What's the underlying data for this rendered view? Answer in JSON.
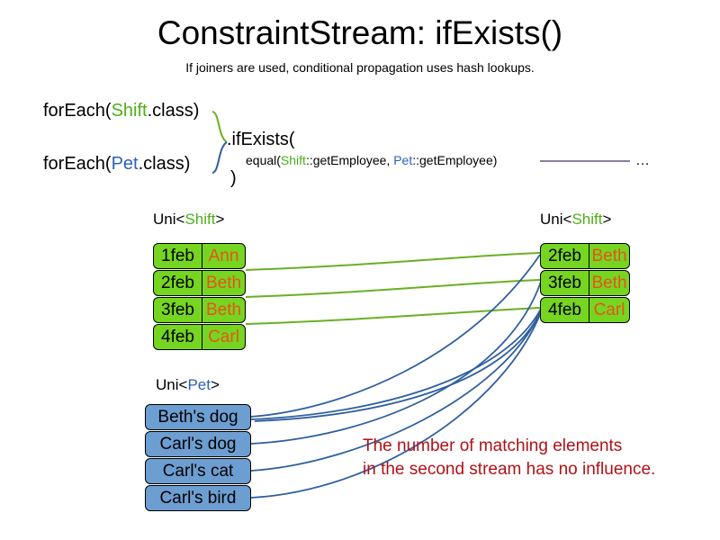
{
  "slide": {
    "title": "ConstraintStream: ifExists()",
    "subtitle": "If joiners are used, conditional propagation uses hash lookups."
  },
  "code": {
    "line1_prefix": "forEach(",
    "line1_class": "Shift",
    "line1_suffix": ".class)",
    "line2_prefix": "forEach(",
    "line2_class": "Pet",
    "line2_suffix": ".class)",
    "if_exists_open": ".ifExists(",
    "equal_prefix": "equal(",
    "equal_class_a": "Shift",
    "equal_mid": "::getEmployee, ",
    "equal_class_b": "Pet",
    "equal_suffix": "::getEmployee)",
    "close_paren": ")",
    "ellipsis": "…"
  },
  "streams": {
    "left_shift": {
      "label_prefix": "Uni<",
      "label_type": "Shift",
      "label_suffix": ">",
      "rows": [
        {
          "date": "1feb",
          "employee": "Ann"
        },
        {
          "date": "2feb",
          "employee": "Beth"
        },
        {
          "date": "3feb",
          "employee": "Beth"
        },
        {
          "date": "4feb",
          "employee": "Carl"
        }
      ]
    },
    "right_shift": {
      "label_prefix": "Uni<",
      "label_type": "Shift",
      "label_suffix": ">",
      "rows": [
        {
          "date": "2feb",
          "employee": "Beth"
        },
        {
          "date": "3feb",
          "employee": "Beth"
        },
        {
          "date": "4feb",
          "employee": "Carl"
        }
      ]
    },
    "pets": {
      "label_prefix": "Uni<",
      "label_type": "Pet",
      "label_suffix": ">",
      "rows": [
        {
          "name": "Beth's dog"
        },
        {
          "name": "Carl's dog"
        },
        {
          "name": "Carl's cat"
        },
        {
          "name": "Carl's bird"
        }
      ]
    }
  },
  "annotation": {
    "line1": "The number of matching elements",
    "line2": "in the second stream has no influence."
  },
  "colors": {
    "shift_green": "#76d521",
    "shift_type_text": "#4daf16",
    "pet_blue": "#6d9ed1",
    "pet_type_text": "#2b5fbb",
    "employee_orange": "#e8531b",
    "wire_green": "#6ab023",
    "wire_blue": "#2f5f9e",
    "note_red": "#b01217",
    "joiner_line": "#6b4f7a"
  }
}
